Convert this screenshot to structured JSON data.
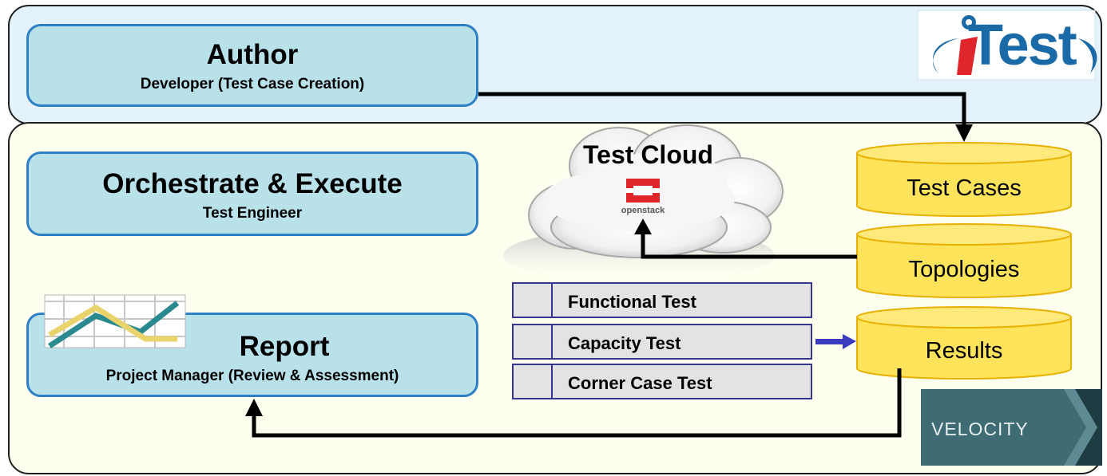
{
  "author": {
    "title": "Author",
    "subtitle": "Developer (Test Case Creation)"
  },
  "orchestrate": {
    "title": "Orchestrate & Execute",
    "subtitle": "Test Engineer"
  },
  "report": {
    "title": "Report",
    "subtitle": "Project Manager (Review & Assessment)"
  },
  "test_cloud": {
    "title": "Test Cloud",
    "logo_text": "openstack"
  },
  "databases": [
    {
      "label": "Test Cases"
    },
    {
      "label": "Topologies"
    },
    {
      "label": "Results"
    }
  ],
  "tests": [
    {
      "label": "Functional Test"
    },
    {
      "label": "Capacity Test"
    },
    {
      "label": "Corner Case Test"
    }
  ],
  "logos": {
    "itest": "iTest",
    "velocity": "VELOCITY"
  },
  "colors": {
    "role_fill": "#b8e1ea",
    "role_border": "#2d80c4",
    "db_fill": "#ffe35a",
    "db_border": "#e8b000",
    "test_fill": "#e3e3e3",
    "test_border": "#35358f"
  }
}
